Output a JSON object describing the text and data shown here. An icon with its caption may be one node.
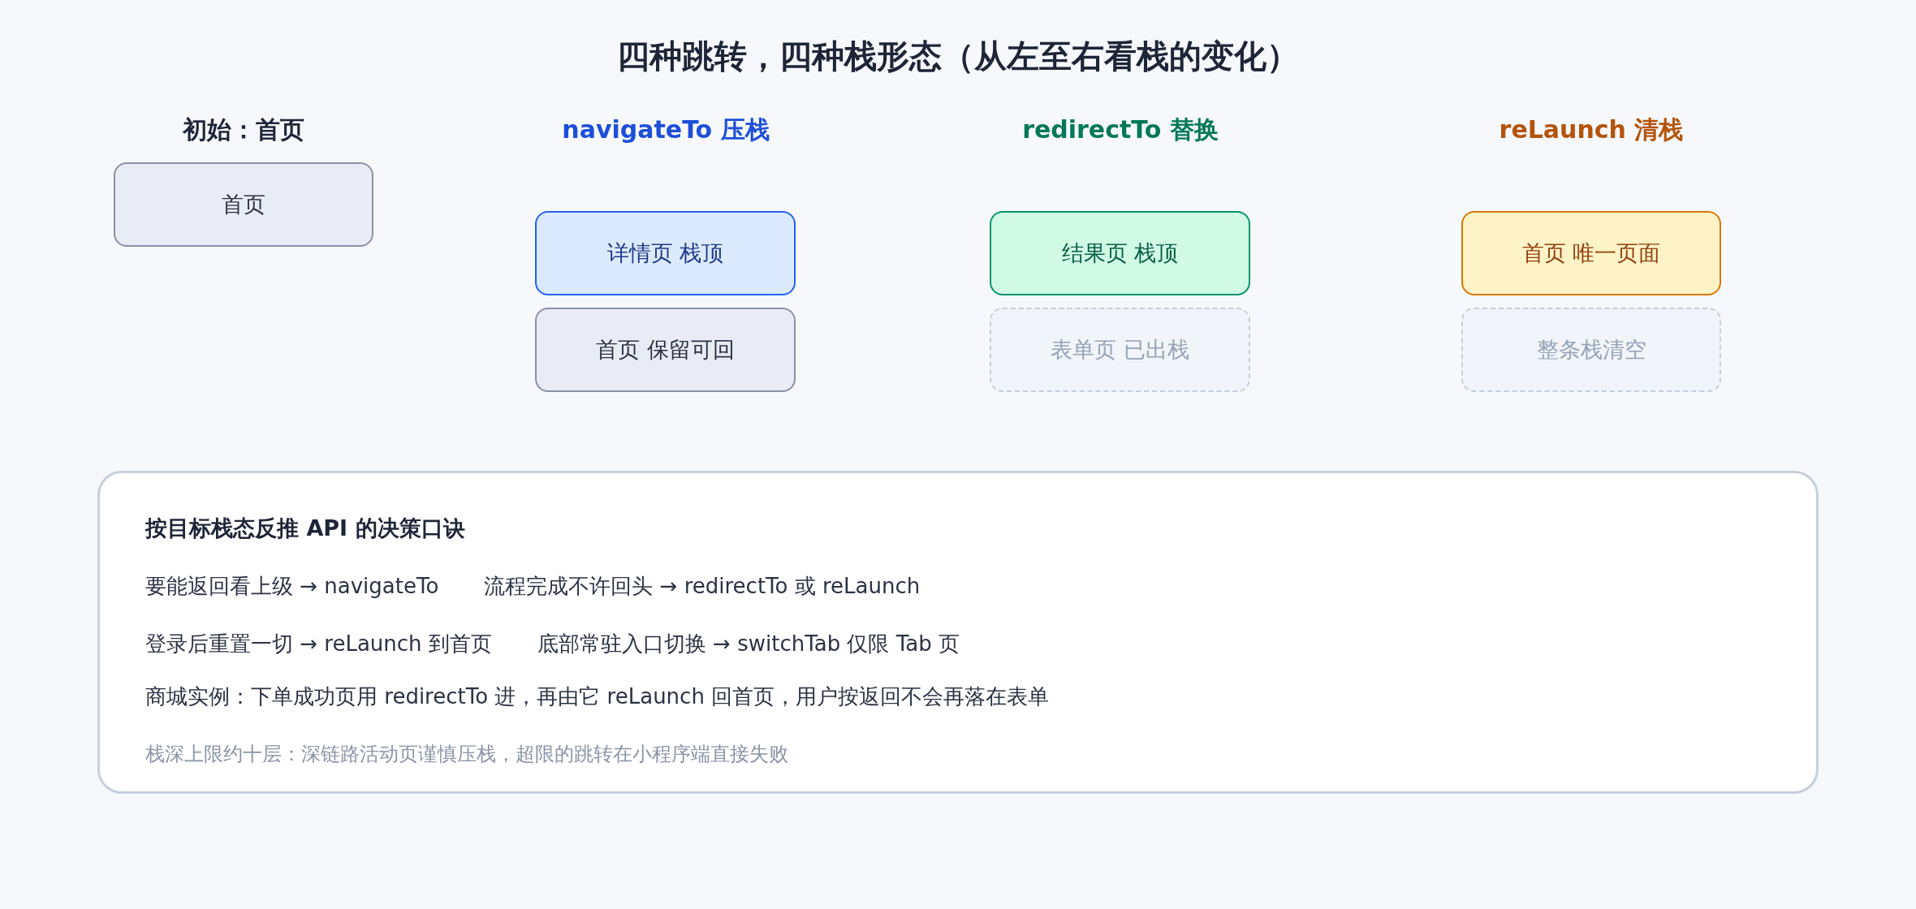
{
  "diagram": {
    "title": "四种跳转，四种栈形态（从左至右看栈的变化）",
    "nodes": [
      {
        "text": [
          "首页"
        ]
      },
      {
        "text": [
          "详情页 栈顶"
        ]
      },
      {
        "text": [
          "首页 保留可回"
        ]
      },
      {
        "text": [
          "结果页 栈顶"
        ]
      },
      {
        "text": [
          "表单页 已出栈"
        ]
      },
      {
        "text": [
          "首页 唯一页面"
        ]
      },
      {
        "text": [
          "整条栈清空"
        ]
      },
      {
        "text": [
          "按目标栈态反推 API 的决策口诀",
          "要能返回看上级 → navigateTo",
          "流程完成不许回头 → redirectTo 或 reLaunch",
          "登录后重置一切 → reLaunch 到首页",
          "底部常驻入口切换 → switchTab 仅限 Tab 页",
          "商城实例：下单成功页用 redirectTo 进，再由它 reLaunch 回首页，用户按返回不会再落在表单",
          "栈深上限约十层：深链路活动页谨慎压栈，超限的跳转在小程序端直接失败"
        ]
      }
    ],
    "edges": [],
    "labels": [
      "初始：首页",
      "navigateTo 压栈",
      "redirectTo 替换",
      "reLaunch 清栈"
    ]
  }
}
